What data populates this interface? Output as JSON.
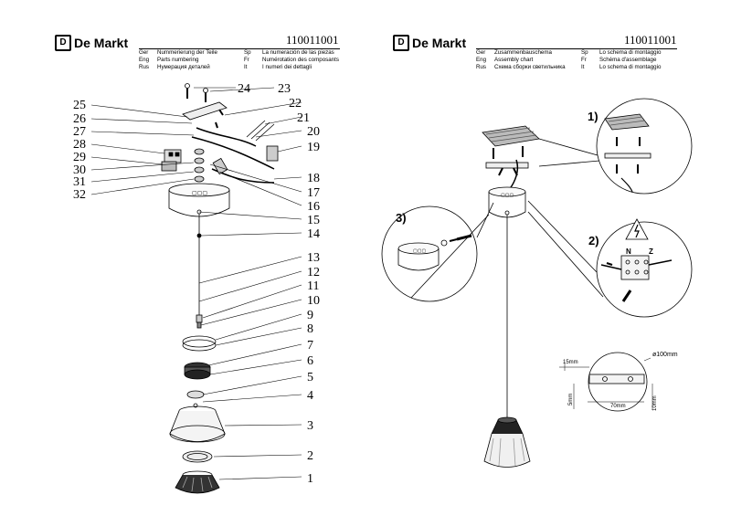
{
  "brand": "De Markt",
  "doc_number": "110011001",
  "left_header": {
    "rows": [
      {
        "c1": "Ger",
        "t1": "Nummerierung der Teile",
        "c2": "Sp",
        "t2": "La numeración de las piezas"
      },
      {
        "c1": "Eng",
        "t1": "Parts numbering",
        "c2": "Fr",
        "t2": "Numérotation des composants"
      },
      {
        "c1": "Rus",
        "t1": "Нумерация деталей",
        "c2": "It",
        "t2": "I numeri dei dettagli"
      }
    ]
  },
  "right_header": {
    "rows": [
      {
        "c1": "Ger",
        "t1": "Zusammenbauschema",
        "c2": "Sp",
        "t2": "Lo schema di montaggio"
      },
      {
        "c1": "Eng",
        "t1": "Assembly chart",
        "c2": "Fr",
        "t2": "Schéma d'assemblage"
      },
      {
        "c1": "Rus",
        "t1": "Схема сборки светильника",
        "c2": "It",
        "t2": "Lo schema di montaggio"
      }
    ]
  },
  "part_numbers": [
    "1",
    "2",
    "3",
    "4",
    "5",
    "6",
    "7",
    "8",
    "9",
    "10",
    "11",
    "12",
    "13",
    "14",
    "15",
    "16",
    "17",
    "18",
    "19",
    "20",
    "21",
    "22",
    "23",
    "24",
    "25",
    "26",
    "27",
    "28",
    "29",
    "30",
    "31",
    "32"
  ],
  "steps": [
    "1)",
    "2)",
    "3)"
  ],
  "dimensions": {
    "diameter": "ø100mm",
    "offset": "15mm",
    "width": "70mm",
    "height_left": "5mm",
    "height_right": "10mm"
  },
  "terminal_labels": {
    "n": "N",
    "z": "Z"
  }
}
